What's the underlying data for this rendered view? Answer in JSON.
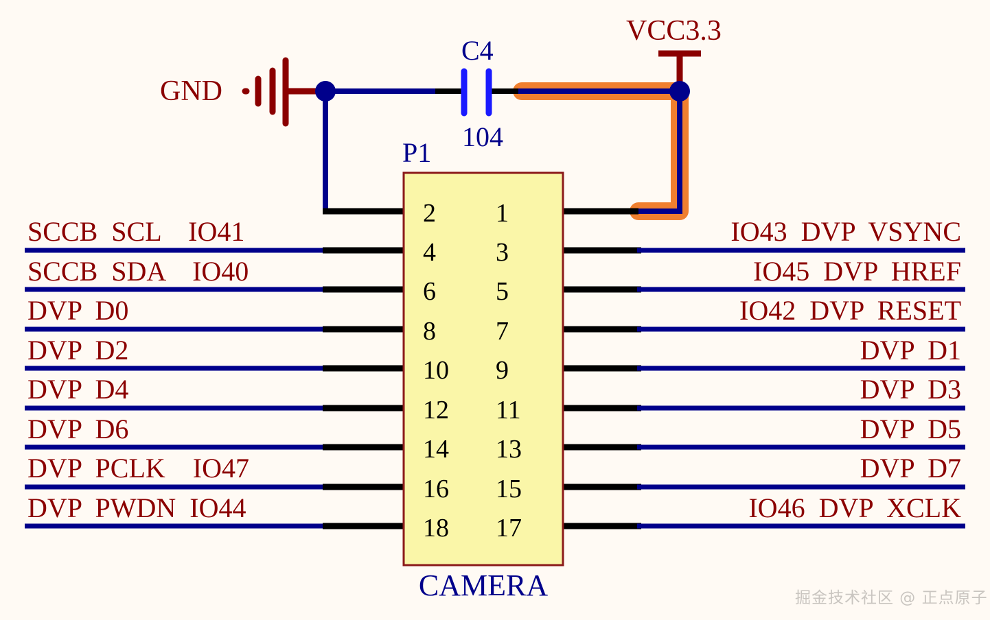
{
  "diagram": {
    "title_refs": {
      "connector_ref": "P1",
      "connector_name": "CAMERA",
      "capacitor_ref": "C4",
      "capacitor_value": "104"
    },
    "power": {
      "gnd_label": "GND",
      "vcc_label": "VCC3.3"
    },
    "colors": {
      "background": "#fffaf4",
      "net_text": "#8b0000",
      "ref_text": "#00008b",
      "wire_blue": "#00008b",
      "wire_black": "#000000",
      "highlight_orange": "#f07f2e",
      "ic_fill": "#faf6a8",
      "ic_border": "#8b1a1a",
      "pin_number": "#000000",
      "watermark": "#c9c5c0"
    },
    "left_pins": [
      {
        "pin": "2",
        "label": "SCCB  SCL    IO41"
      },
      {
        "pin": "4",
        "label": "SCCB  SDA    IO40"
      },
      {
        "pin": "6",
        "label": "DVP  D0"
      },
      {
        "pin": "8",
        "label": "DVP  D2"
      },
      {
        "pin": "10",
        "label": "DVP  D4"
      },
      {
        "pin": "12",
        "label": "DVP  D6"
      },
      {
        "pin": "14",
        "label": "DVP  PCLK    IO47"
      },
      {
        "pin": "16",
        "label": "DVP  PWDN  IO44"
      },
      {
        "pin": "18",
        "label": ""
      }
    ],
    "right_pins": [
      {
        "pin": "1",
        "label": "IO43  DVP  VSYNC"
      },
      {
        "pin": "3",
        "label": "IO45  DVP  HREF"
      },
      {
        "pin": "5",
        "label": "IO42  DVP  RESET"
      },
      {
        "pin": "7",
        "label": "DVP  D1"
      },
      {
        "pin": "9",
        "label": "DVP  D3"
      },
      {
        "pin": "11",
        "label": "DVP  D5"
      },
      {
        "pin": "13",
        "label": "DVP  D7"
      },
      {
        "pin": "15",
        "label": "IO46  DVP  XCLK"
      },
      {
        "pin": "17",
        "label": ""
      }
    ],
    "watermark": "掘金技术社区 @ 正点原子"
  }
}
